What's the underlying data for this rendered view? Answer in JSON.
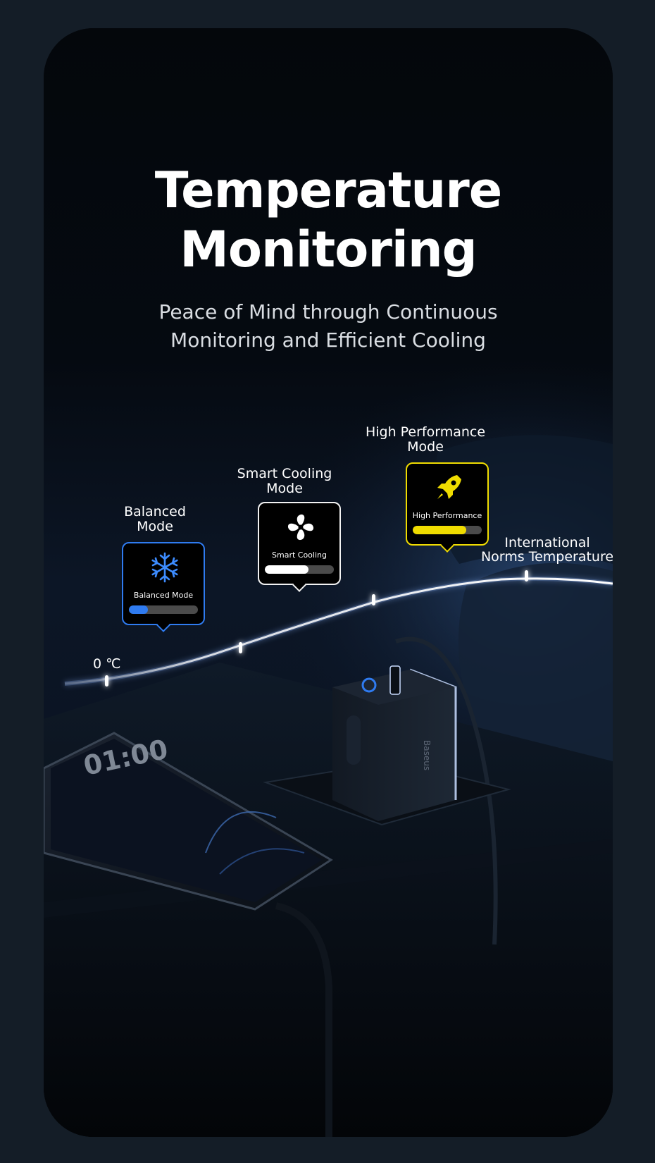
{
  "headline": {
    "line1": "Temperature",
    "line2": "Monitoring"
  },
  "subheadline": {
    "line1": "Peace of Mind through Continuous",
    "line2": "Monitoring and Efficient Cooling"
  },
  "temperature_curve": {
    "start_label": "0 ℃",
    "end_label_line1": "International",
    "end_label_line2": "Norms Temperature"
  },
  "modes": [
    {
      "label_line1": "Balanced",
      "label_line2": "Mode",
      "card_text": "Balanced  Mode",
      "icon": "snowflake-icon",
      "level": 0.28,
      "color": "#2f7bf0"
    },
    {
      "label_line1": "Smart Cooling",
      "label_line2": "Mode",
      "card_text": "Smart Cooling",
      "icon": "fan-icon",
      "level": 0.63,
      "color": "#ffffff"
    },
    {
      "label_line1": "High Performance",
      "label_line2": "Mode",
      "card_text": "High Performance",
      "icon": "rocket-icon",
      "level": 0.78,
      "color": "#f0dc00"
    }
  ],
  "phone": {
    "lock_time": "01:00"
  },
  "charger": {
    "brand": "Baseus"
  },
  "colors": {
    "page_background": "#141d27",
    "card_background": "#04070b",
    "balanced_accent": "#2f7bf0",
    "performance_accent": "#f0dc00"
  }
}
